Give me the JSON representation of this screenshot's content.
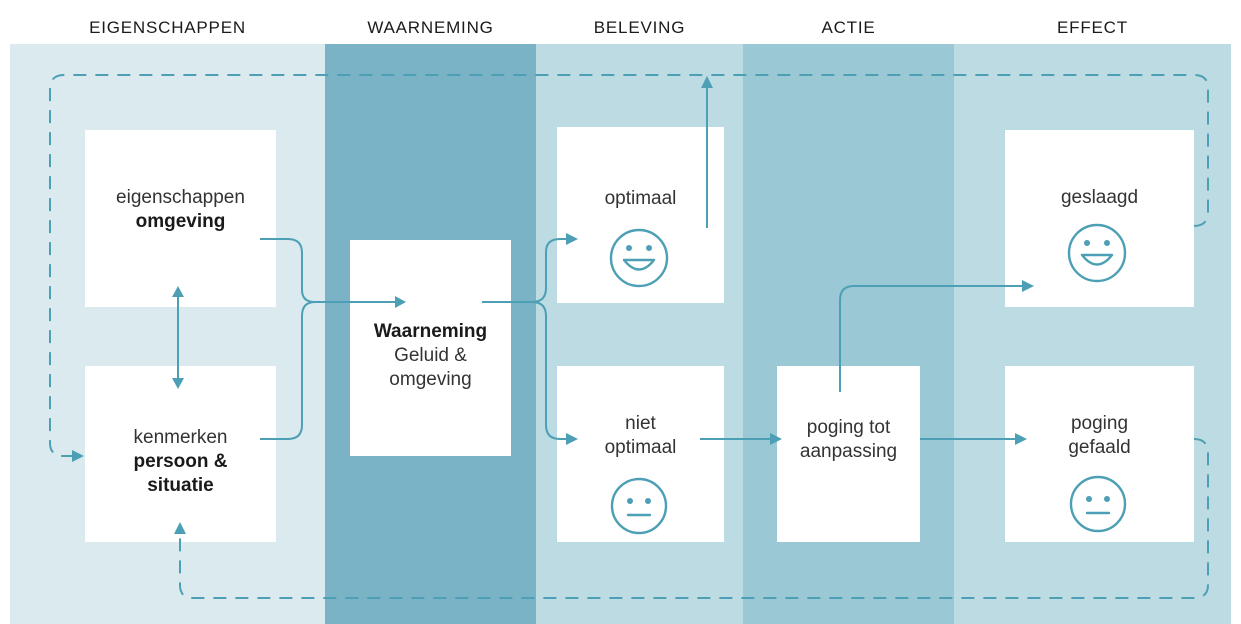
{
  "headers": {
    "eigenschappen": "EIGENSCHAPPEN",
    "waarneming": "WAARNEMING",
    "beleving": "BELEVING",
    "actie": "ACTIE",
    "effect": "EFFECT"
  },
  "boxes": {
    "omgeving": {
      "line1": "eigenschappen",
      "bold1": "omgeving"
    },
    "persoon": {
      "line1": "kenmerken",
      "bold1": "persoon &",
      "bold2": "situatie"
    },
    "waarneming": {
      "bold1": "Waarneming",
      "line1": "Geluid &",
      "line2": "omgeving"
    },
    "optimaal": {
      "line1": "optimaal",
      "face": "happy-face-icon"
    },
    "niet_optimaal": {
      "line1": "niet",
      "line2": "optimaal",
      "face": "neutral-face-icon"
    },
    "poging": {
      "line1": "poging tot",
      "line2": "aanpassing"
    },
    "geslaagd": {
      "line1": "geslaagd",
      "face": "happy-face-icon"
    },
    "gefaald": {
      "line1": "poging",
      "line2": "gefaald",
      "face": "neutral-face-icon"
    }
  },
  "colors": {
    "col_light": "#dbeaef",
    "col_dark": "#79b3c5",
    "col_mid": "#bcdbe2",
    "col_actie": "#9bc8d5",
    "arrow": "#4c9fb4"
  }
}
